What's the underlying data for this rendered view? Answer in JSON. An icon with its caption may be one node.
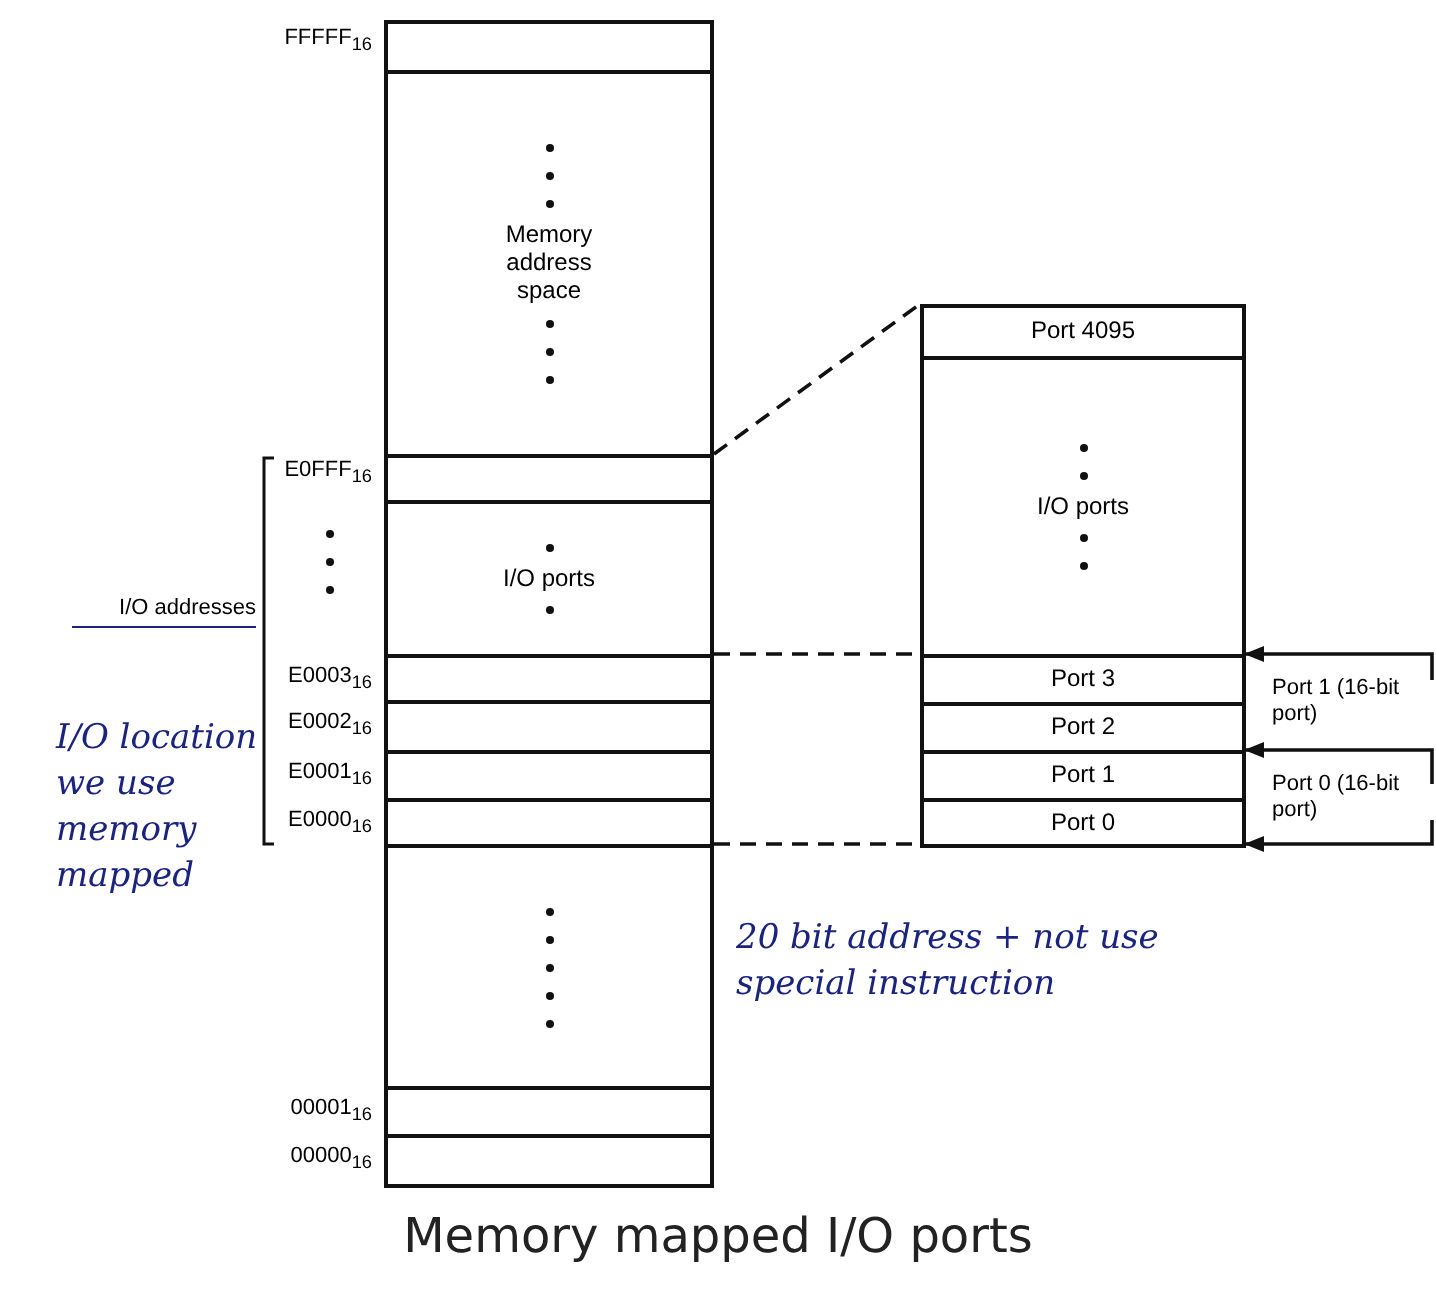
{
  "diagram": {
    "caption": "Memory mapped I/O ports",
    "nodes": [
      {
        "text": [],
        "shape": "box",
        "beside": [
          "FFFFF$_{16}$"
        ]
      },
      {
        "text": [
          "Memory address space"
        ]
      },
      {
        "text": [],
        "shape": "box",
        "beside": [
          "E0FFF$_{16}$"
        ]
      },
      {
        "text": [
          "I/O ports"
        ]
      },
      {
        "text": [],
        "shape": "box",
        "beside": [
          "E0003$_{16}$"
        ]
      },
      {
        "text": [],
        "shape": "box",
        "beside": [
          "E0002$_{16}$"
        ]
      },
      {
        "text": [],
        "shape": "box",
        "beside": [
          "E0001$_{16}$"
        ]
      },
      {
        "text": [],
        "shape": "box",
        "beside": [
          "E0000$_{16}$"
        ]
      },
      {
        "text": [],
        "shape": "box"
      },
      {
        "text": [],
        "shape": "box",
        "beside": [
          "00001$_{16}$"
        ]
      },
      {
        "text": [],
        "shape": "box",
        "beside": [
          "00000$_{16}$"
        ]
      },
      {
        "text": [
          "Port 4095"
        ]
      },
      {
        "text": [
          "I/O ports"
        ]
      },
      {
        "text": [
          "Port 3"
        ]
      },
      {
        "text": [
          "Port 2"
        ]
      },
      {
        "text": [
          "Port 1"
        ]
      },
      {
        "text": [
          "Port 0"
        ]
      },
      {
        "text": [
          "Port 1 (16-bit port)"
        ]
      },
      {
        "text": [
          "Port 0 (16-bit port)"
        ]
      }
    ],
    "edges": [
      {
        "from": 2,
        "to": 11,
        "arrow": "none",
        "style": "dashed"
      },
      {
        "from": 4,
        "to": 13,
        "arrow": "none",
        "style": "dashed"
      },
      {
        "from": 7,
        "to": 16,
        "arrow": "none",
        "style": "dashed"
      },
      {
        "from": 17,
        "to": 13,
        "arrow": "to"
      },
      {
        "from": 18,
        "to": 15,
        "arrow": "to"
      },
      {
        "from": 18,
        "to": 16,
        "arrow": "to"
      }
    ],
    "labels": [
      "I/O addresses",
      "I/O location we use memory mapped",
      "20 bit address + not use special instruction"
    ]
  }
}
